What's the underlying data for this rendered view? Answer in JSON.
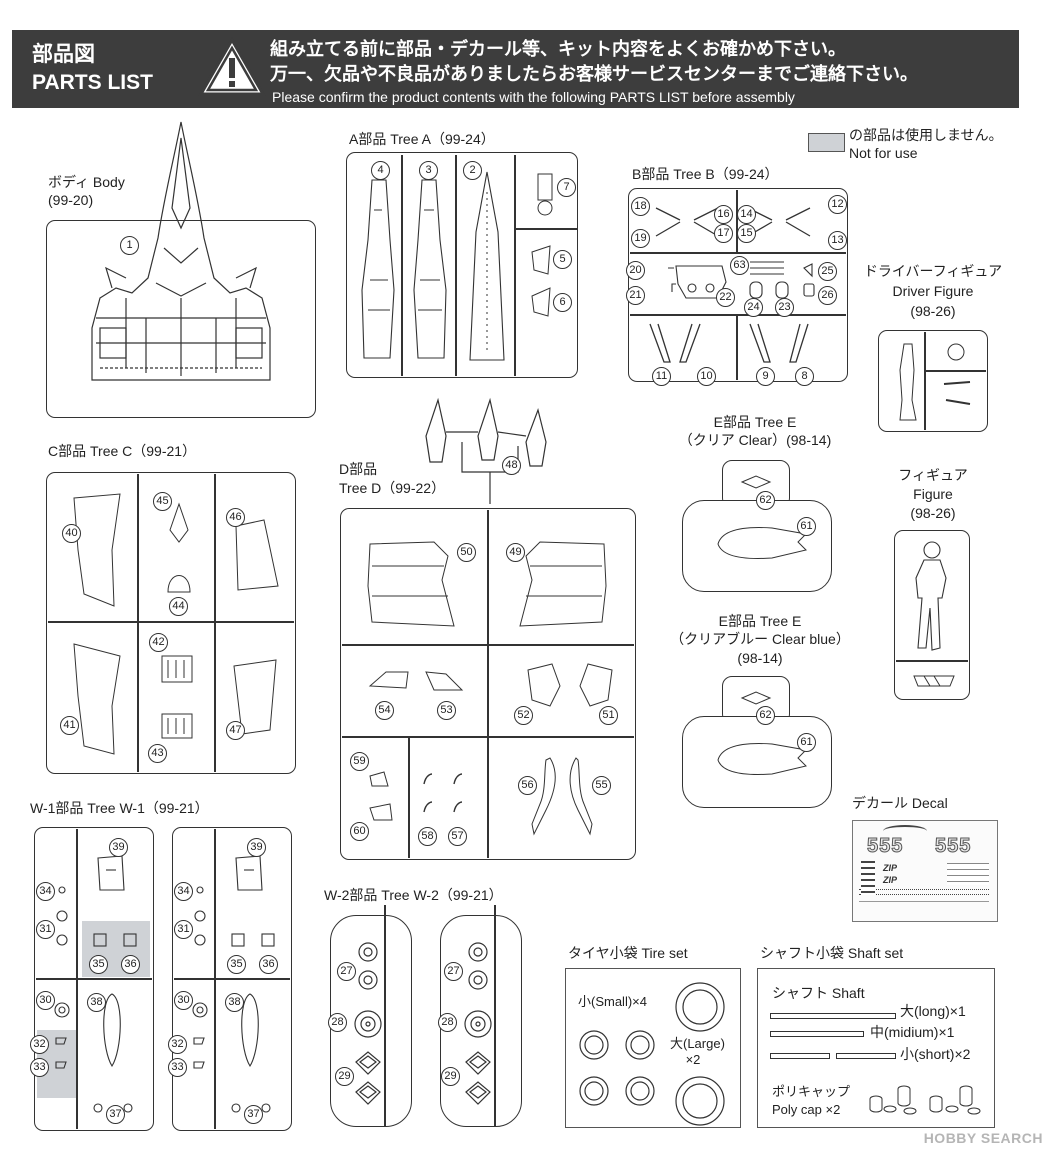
{
  "header": {
    "title_jp": "部品図",
    "title_en": "PARTS LIST",
    "warning_jp_1": "組み立てる前に部品・デカール等、キット内容をよくお確かめ下さい。",
    "warning_jp_2": "万一、欠品や不良品がありましたらお客様サービスセンターまでご連絡下さい。",
    "warning_en": "Please confirm the product contents with the following PARTS LIST before assembly"
  },
  "legend": {
    "jp": "の部品は使用しません。",
    "en": "Not for use",
    "swatch_color": "#cfd2d6"
  },
  "body": {
    "label": "ボディ Body",
    "code": "(99-20)",
    "parts": [
      "1"
    ]
  },
  "tree_a": {
    "label": "A部品 Tree A（99-24）",
    "parts": [
      "4",
      "3",
      "2",
      "7",
      "5",
      "6"
    ]
  },
  "tree_b": {
    "label": "B部品 Tree B（99-24）",
    "parts": [
      "18",
      "16",
      "14",
      "12",
      "19",
      "17",
      "15",
      "13",
      "20",
      "63",
      "25",
      "21",
      "22",
      "24",
      "23",
      "26",
      "11",
      "10",
      "9",
      "8"
    ]
  },
  "driver_figure": {
    "label_jp": "ドライバーフィギュア",
    "label_en": "Driver Figure",
    "code": "(98-26)"
  },
  "tree_c": {
    "label": "C部品 Tree C（99-21）",
    "parts": [
      "40",
      "45",
      "46",
      "44",
      "42",
      "41",
      "43",
      "47"
    ]
  },
  "tree_d": {
    "label_1": "D部品",
    "label_2": "Tree D（99-22）",
    "parts": [
      "48",
      "50",
      "49",
      "54",
      "53",
      "52",
      "51",
      "59",
      "56",
      "55",
      "60",
      "58",
      "57"
    ]
  },
  "tree_e_clear": {
    "label_1": "E部品 Tree E",
    "label_2": "（クリア Clear）(98-14)",
    "parts": [
      "62",
      "61"
    ]
  },
  "figure": {
    "label_jp": "フィギュア",
    "label_en": "Figure",
    "code": "(98-26)"
  },
  "tree_e_blue": {
    "label_1": "E部品 Tree E",
    "label_2": "（クリアブルー Clear blue）",
    "label_3": "(98-14)",
    "parts": [
      "62",
      "61"
    ]
  },
  "decal": {
    "label": "デカール Decal",
    "big_text": "555",
    "stripe_text": "ZIP"
  },
  "tree_w1": {
    "label": "W-1部品 Tree W-1（99-21）",
    "parts": [
      "39",
      "34",
      "31",
      "35",
      "36",
      "30",
      "38",
      "32",
      "33",
      "37"
    ]
  },
  "tree_w2": {
    "label": "W-2部品 Tree W-2（99-21）",
    "parts": [
      "27",
      "28",
      "29"
    ]
  },
  "tire_set": {
    "label": "タイヤ小袋 Tire set",
    "small": "小(Small)×4",
    "large_1": "大(Large)",
    "large_2": "×2"
  },
  "shaft_set": {
    "label": "シャフト小袋 Shaft set",
    "shaft_label": "シャフト Shaft",
    "long": "大(long)×1",
    "medium": "中(midium)×1",
    "short": "小(short)×2",
    "polycap_1": "ポリキャップ",
    "polycap_2": "Poly cap ×2"
  },
  "watermark": "HOBBY SEARCH"
}
